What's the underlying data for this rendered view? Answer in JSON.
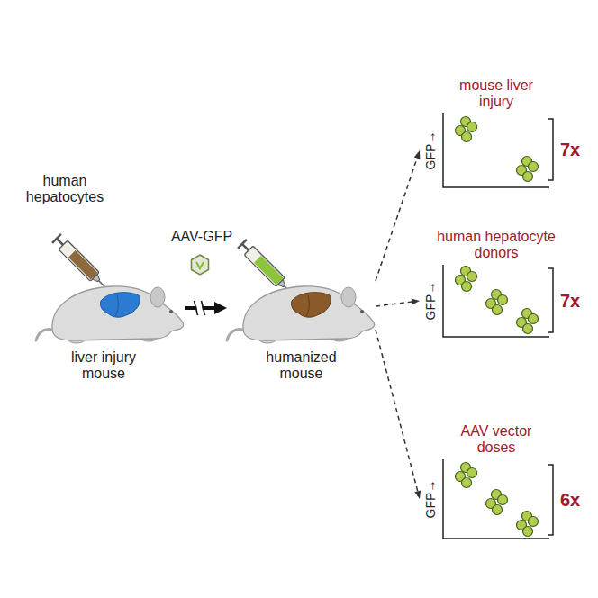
{
  "diagram": {
    "nodes": [
      {
        "text": [
          "liver injury mouse"
        ]
      },
      {
        "text": [
          "humanized mouse"
        ]
      },
      {
        "text": [
          "mouse liver injury",
          "GFP→",
          "7x"
        ]
      },
      {
        "text": [
          "human hepatocyte donors",
          "GFP→",
          "7x"
        ]
      },
      {
        "text": [
          "AAV vector doses",
          "GFP→",
          "6x"
        ]
      }
    ],
    "edges": [
      {
        "from": 0,
        "to": 1,
        "arrow": "to"
      },
      {
        "from": 1,
        "to": 2,
        "arrow": "to"
      },
      {
        "from": 1,
        "to": 3,
        "arrow": "to"
      },
      {
        "from": 1,
        "to": 4,
        "arrow": "to"
      }
    ],
    "labels": [
      "human hepatocytes",
      "AAV-GFP"
    ]
  }
}
